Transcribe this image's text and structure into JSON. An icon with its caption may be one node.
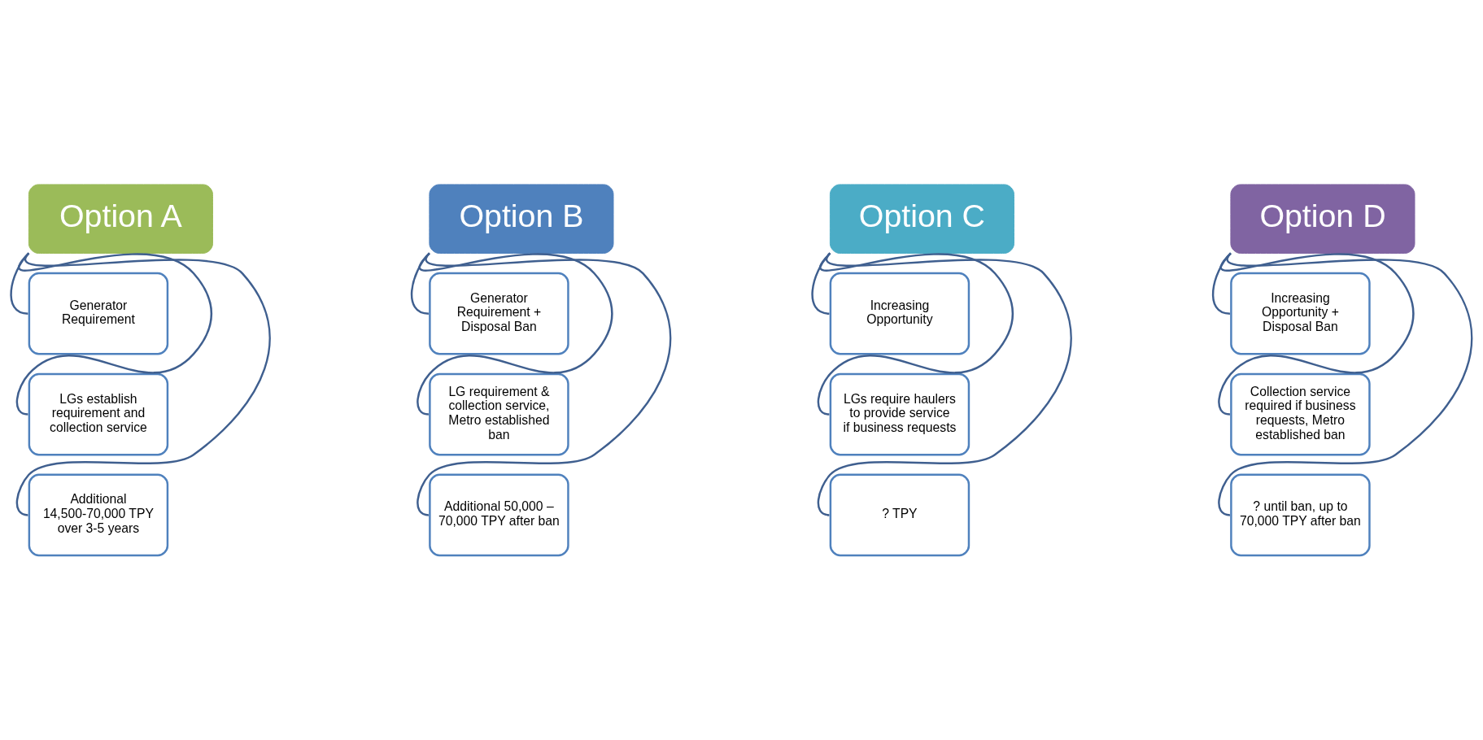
{
  "diagram": {
    "nodes": [
      {
        "text": [
          "Option A"
        ]
      },
      {
        "text": [
          "Generator Requirement"
        ]
      },
      {
        "text": [
          "LGs establish requirement and collection service"
        ]
      },
      {
        "text": [
          "Additional 14,500-70,000 TPY over 3-5 years"
        ]
      },
      {
        "text": [
          "Option B"
        ]
      },
      {
        "text": [
          "Generator Requirement + Disposal Ban"
        ]
      },
      {
        "text": [
          "LG requirement & collection service, Metro established ban"
        ]
      },
      {
        "text": [
          "Additional 50,000 – 70,000 TPY after ban"
        ]
      },
      {
        "text": [
          "Option C"
        ]
      },
      {
        "text": [
          "Increasing Opportunity"
        ]
      },
      {
        "text": [
          "LGs require haulers to provide service if business requests"
        ]
      },
      {
        "text": [
          "? TPY"
        ]
      },
      {
        "text": [
          "Option D"
        ]
      },
      {
        "text": [
          "Increasing Opportunity + Disposal Ban"
        ]
      },
      {
        "text": [
          "Collection service required if business requests, Metro established ban"
        ]
      },
      {
        "text": [
          "? until ban, up to 70,000 TPY after ban"
        ]
      }
    ],
    "edges": [
      {
        "from": 0,
        "to": 1,
        "arrow": "none"
      },
      {
        "from": 0,
        "to": 2,
        "arrow": "none"
      },
      {
        "from": 0,
        "to": 3,
        "arrow": "none"
      },
      {
        "from": 4,
        "to": 5,
        "arrow": "none"
      },
      {
        "from": 4,
        "to": 6,
        "arrow": "none"
      },
      {
        "from": 4,
        "to": 7,
        "arrow": "none"
      },
      {
        "from": 8,
        "to": 9,
        "arrow": "none"
      },
      {
        "from": 8,
        "to": 10,
        "arrow": "none"
      },
      {
        "from": 8,
        "to": 11,
        "arrow": "none"
      },
      {
        "from": 12,
        "to": 13,
        "arrow": "none"
      },
      {
        "from": 12,
        "to": 14,
        "arrow": "none"
      },
      {
        "from": 12,
        "to": 15,
        "arrow": "none"
      }
    ]
  }
}
